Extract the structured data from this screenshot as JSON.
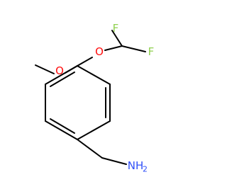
{
  "molecule": {
    "atoms": {
      "f1": "F",
      "f2": "F",
      "o_ether": "O",
      "o_methoxy": "O",
      "n_amine": "NH",
      "n_amine_sub": "2"
    },
    "colors": {
      "fluorine": "#90d050",
      "oxygen": "#ff0d0d",
      "nitrogen": "#3050f8",
      "bond": "#000000"
    }
  }
}
